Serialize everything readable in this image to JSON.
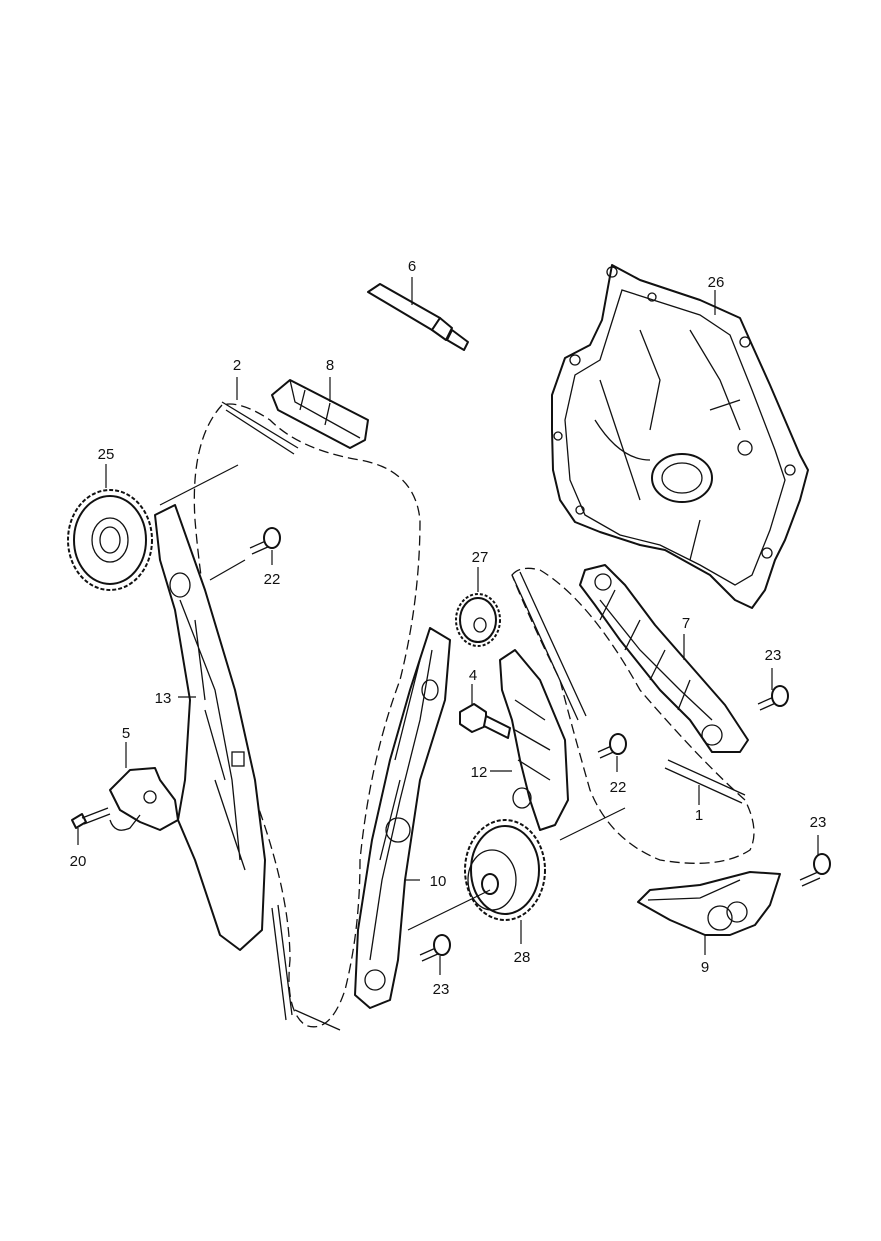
{
  "callouts": {
    "c1": "1",
    "c2": "2",
    "c4": "4",
    "c5": "5",
    "c6": "6",
    "c7": "7",
    "c8": "8",
    "c9": "9",
    "c10": "10",
    "c12": "12",
    "c13": "13",
    "c20": "20",
    "c22a": "22",
    "c22b": "22",
    "c23a": "23",
    "c23b": "23",
    "c23c": "23",
    "c25": "25",
    "c26": "26",
    "c27": "27",
    "c28": "28"
  }
}
